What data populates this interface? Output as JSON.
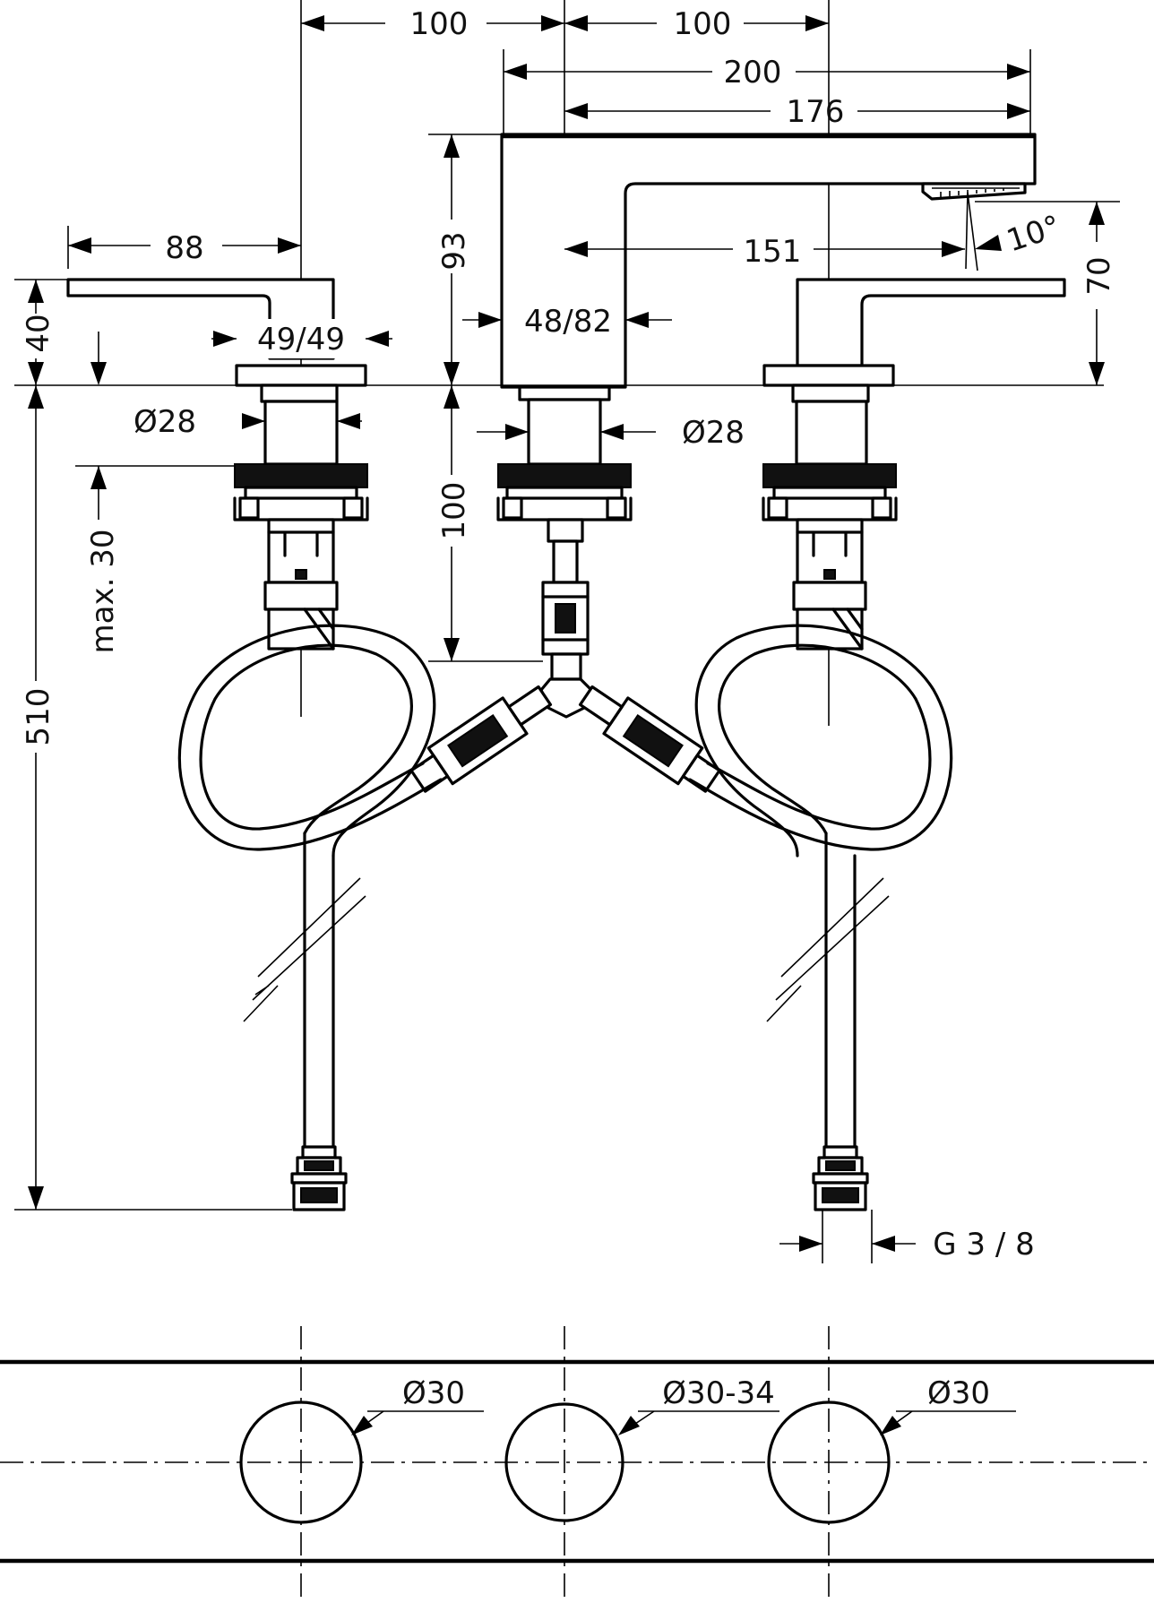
{
  "dimensions": {
    "spacing_left": "100",
    "spacing_right": "100",
    "spout_length": "200",
    "spout_projection": "176",
    "handle_length": "88",
    "handle_height": "40",
    "handle_base": "49/49",
    "spout_height": "93",
    "spout_base": "48/82",
    "spout_reach": "151",
    "spray_angle": "10°",
    "outlet_height": "70",
    "shank_diameter_left": "Ø28",
    "shank_diameter_center": "Ø28",
    "max_deck_thickness": "max. 30",
    "spout_shank_length": "100",
    "hose_length": "510",
    "connection_thread": "G 3 / 8"
  },
  "holes": {
    "left": "Ø30",
    "center": "Ø30-34",
    "right": "Ø30"
  }
}
